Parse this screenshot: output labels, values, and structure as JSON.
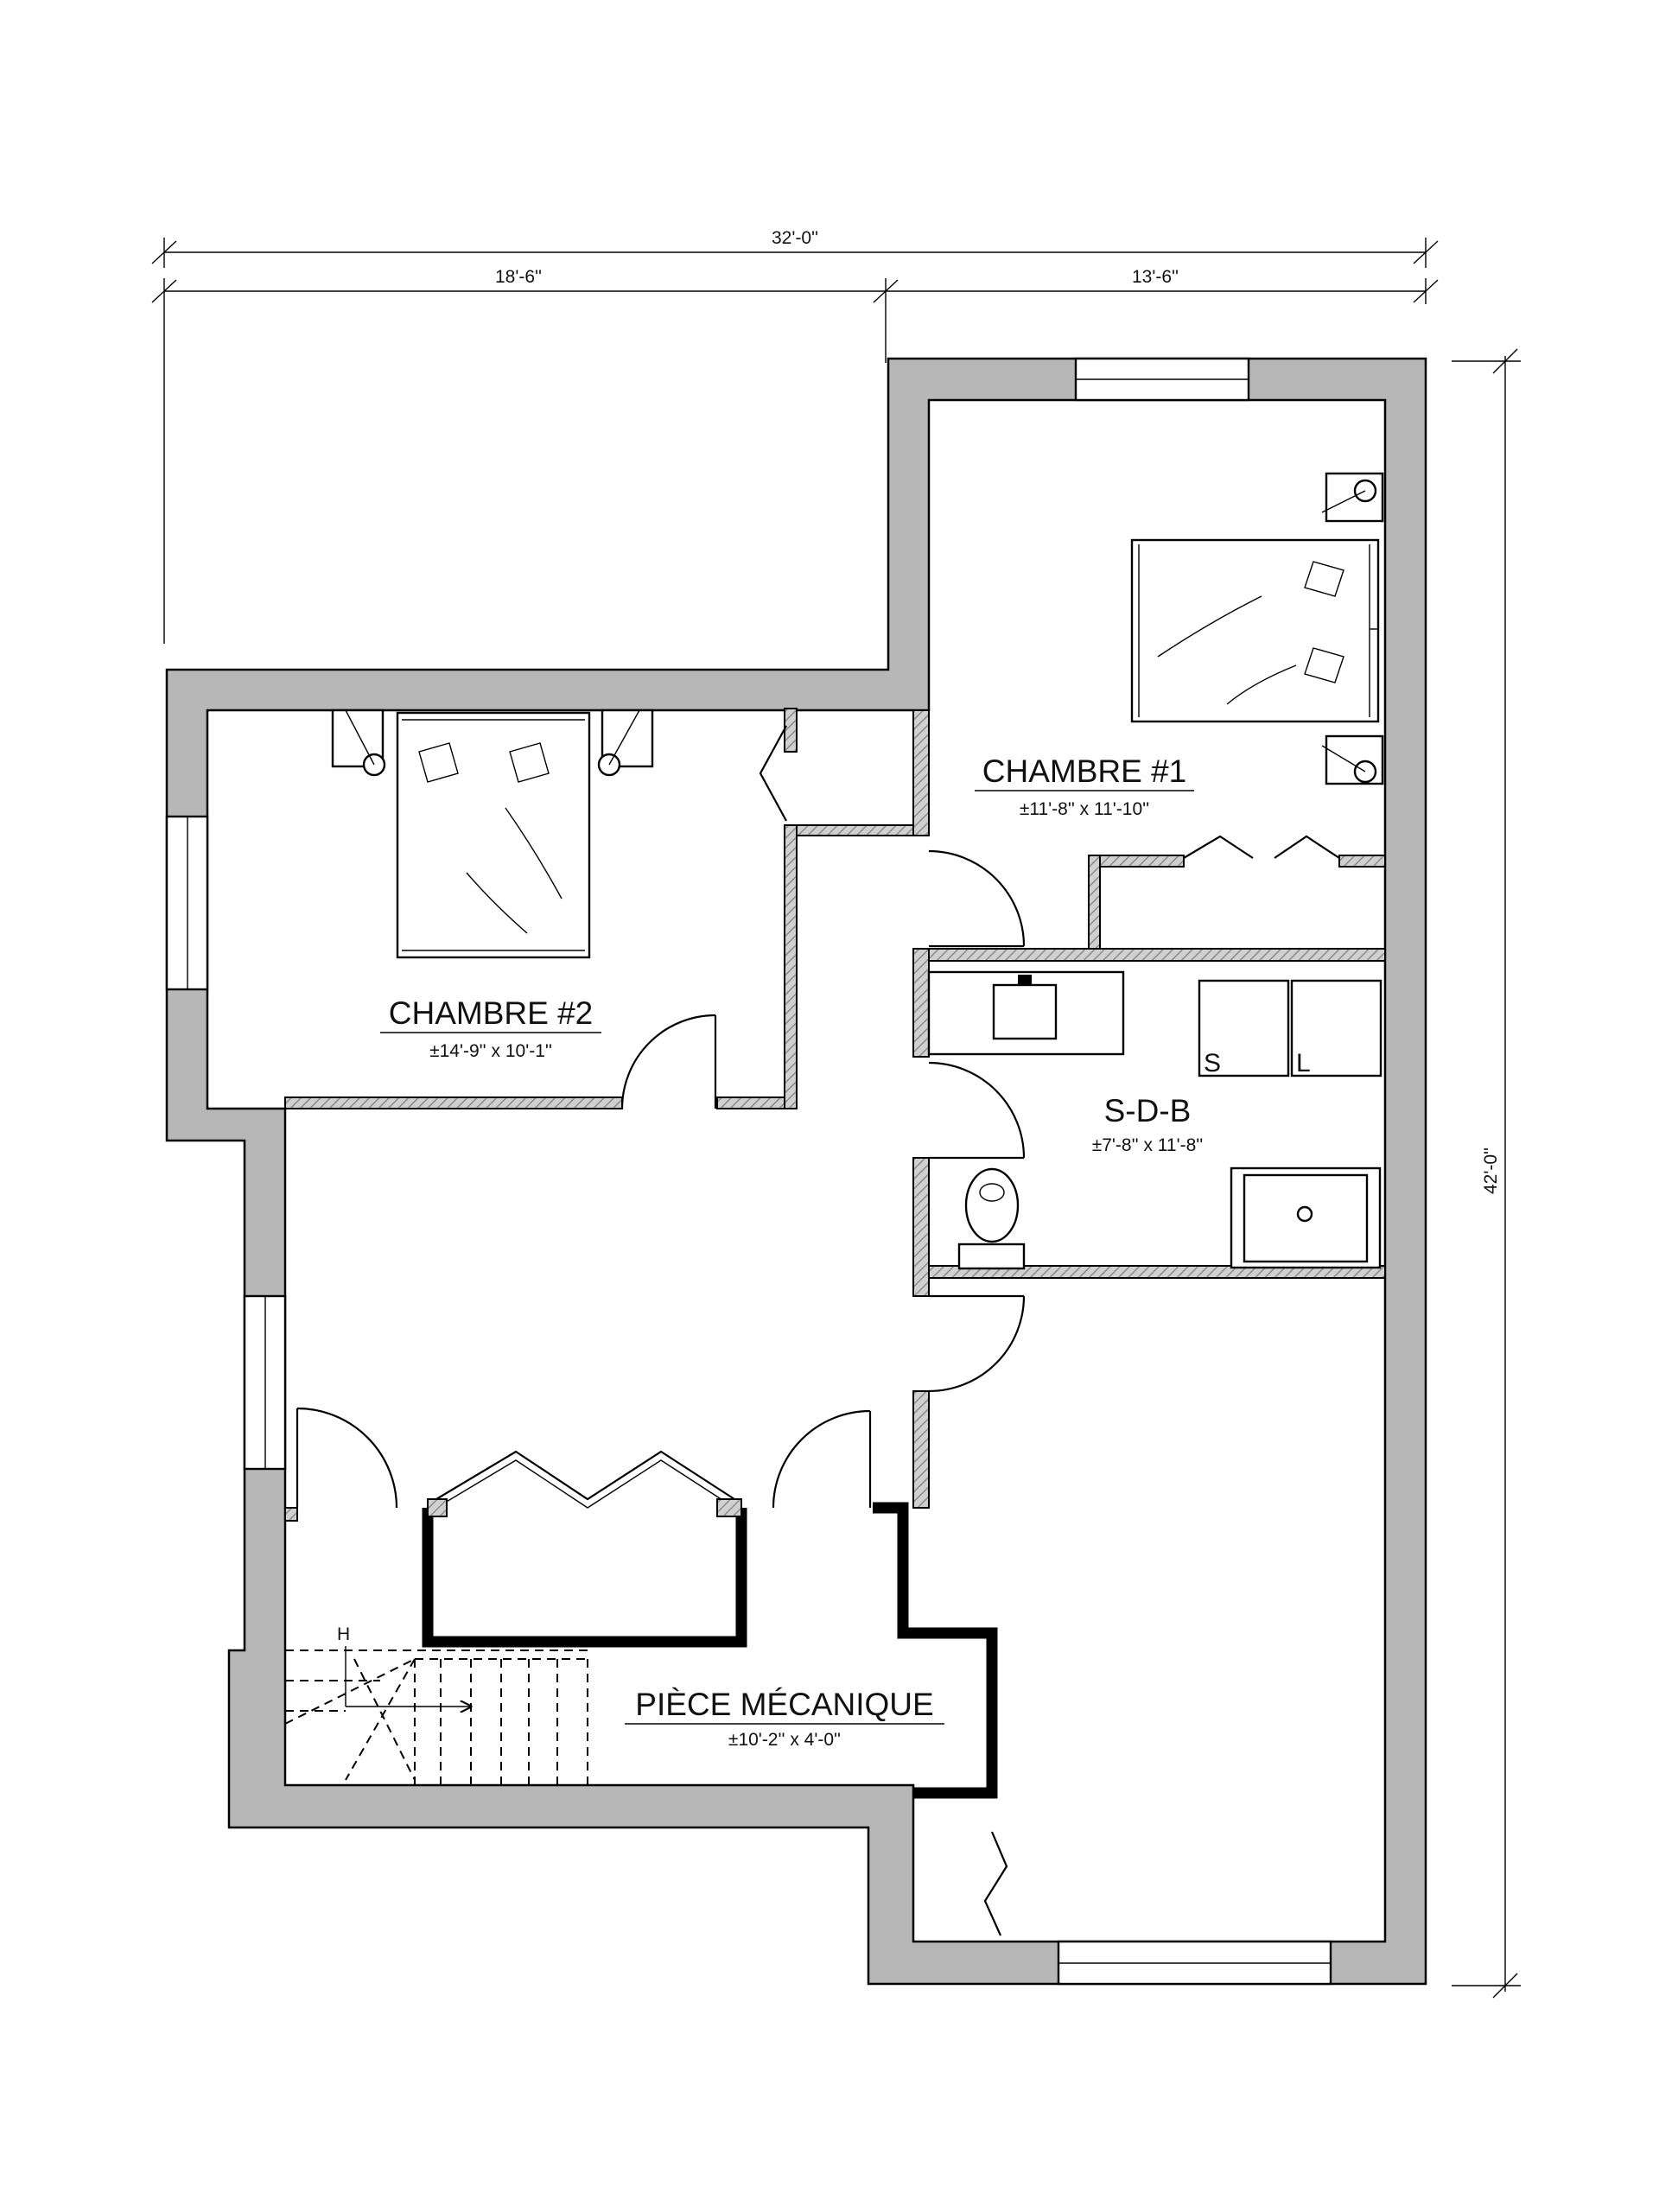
{
  "plan": {
    "dimensions": {
      "overall_width": "32'-0''",
      "left_segment": "18'-6''",
      "right_segment": "13'-6''",
      "overall_depth": "42'-0''"
    },
    "rooms": [
      {
        "name": "CHAMBRE #1",
        "size": "±11'-8'' x 11'-10''"
      },
      {
        "name": "CHAMBRE #2",
        "size": "±14'-9'' x 10'-1''"
      },
      {
        "name": "S-D-B",
        "size": "±7'-8'' x 11'-8''"
      },
      {
        "name": "PIÈCE MÉCANIQUE",
        "size": "±10'-2'' x 4'-0''"
      }
    ],
    "fixture_labels": {
      "sink": "S",
      "laundry": "L",
      "stair_marker": "H"
    }
  },
  "colors": {
    "exterior_wall": "#b7b7b7",
    "interior_hatch": "#9a9a9a",
    "line": "#000000"
  }
}
